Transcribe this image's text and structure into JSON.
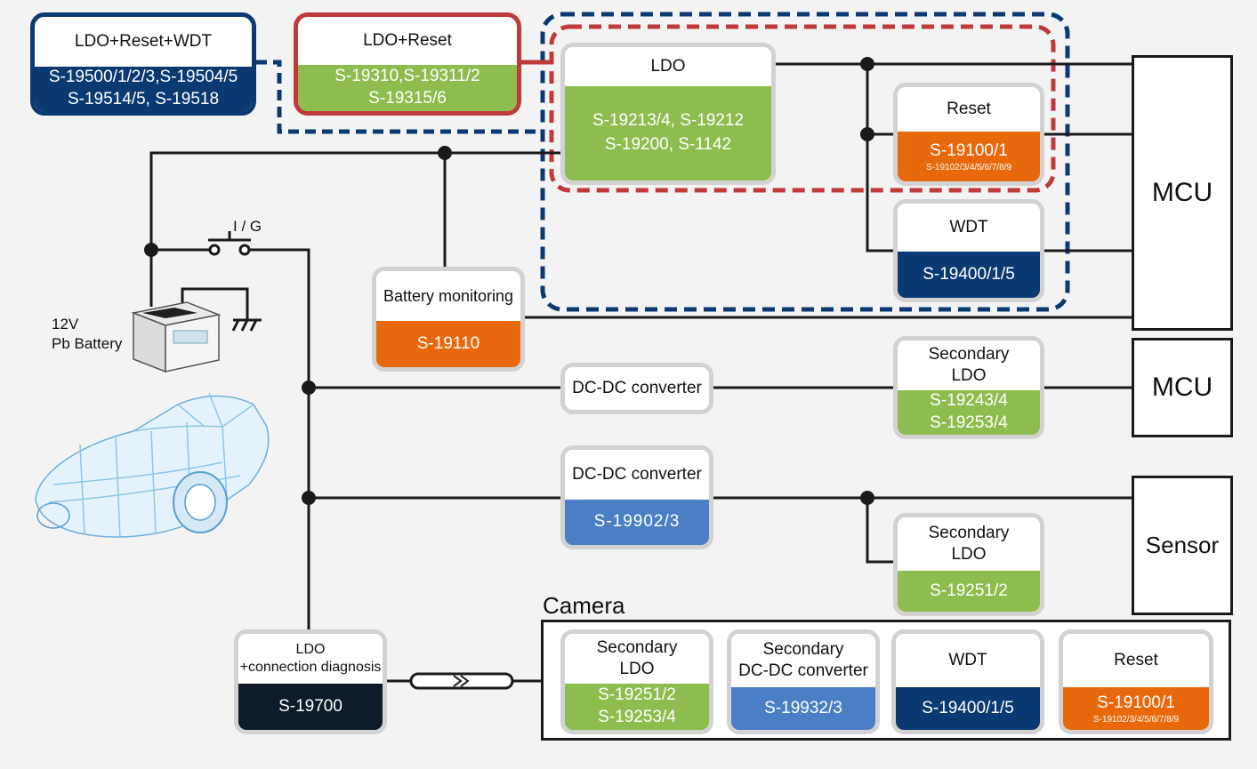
{
  "top_groups": {
    "ldo_reset_wdt": {
      "title": "LDO+Reset+WDT",
      "line1": "S-19500/1/2/3,S-19504/5",
      "line2": "S-19514/5, S-19518"
    },
    "ldo_reset": {
      "title": "LDO+Reset",
      "line1": "S-19310,S-19311/2",
      "line2": "S-19315/6"
    }
  },
  "ldo": {
    "title": "LDO",
    "line1": "S-19213/4, S-19212",
    "line2": "S-19200, S-1142"
  },
  "reset_top": {
    "title": "Reset",
    "line1": "S-19100/1",
    "line2": "S-19102/3/4/5/6/7/8/9"
  },
  "wdt_top": {
    "title": "WDT",
    "line1": "S-19400/1/5"
  },
  "battery_monitoring": {
    "title": "Battery monitoring",
    "line1": "S-19110"
  },
  "ig_label": "I / G",
  "battery_label": {
    "line1": "12V",
    "line2": "Pb Battery"
  },
  "dcdc1": {
    "title": "DC-DC converter"
  },
  "secondary_ldo_1": {
    "title1": "Secondary",
    "title2": "LDO",
    "line1": "S-19243/4",
    "line2": "S-19253/4"
  },
  "dcdc2": {
    "title": "DC-DC converter",
    "line1": "S-19902/3"
  },
  "secondary_ldo_2": {
    "title1": "Secondary",
    "title2": "LDO",
    "line1": "S-19251/2"
  },
  "mcu_main": "MCU",
  "mcu_second": "MCU",
  "sensor": "Sensor",
  "camera_label": "Camera",
  "ldo_diag": {
    "title1": "LDO",
    "title2": "+connection diagnosis",
    "line1": "S-19700"
  },
  "camera_blocks": {
    "sec_ldo": {
      "title1": "Secondary",
      "title2": "LDO",
      "line1": "S-19251/2",
      "line2": "S-19253/4"
    },
    "sec_dcdc": {
      "title1": "Secondary",
      "title2": "DC-DC converter",
      "line1": "S-19932/3"
    },
    "wdt": {
      "title": "WDT",
      "line1": "S-19400/1/5"
    },
    "reset": {
      "title": "Reset",
      "line1": "S-19100/1",
      "line2": "S-19102/3/4/5/6/7/8/9"
    }
  },
  "colors": {
    "green": "#8dbd4f",
    "orange": "#e8690c",
    "navy": "#0b3a73",
    "blue": "#4a7fc4",
    "red_dash": "#c0393b",
    "blue_dash": "#0b3a73"
  }
}
